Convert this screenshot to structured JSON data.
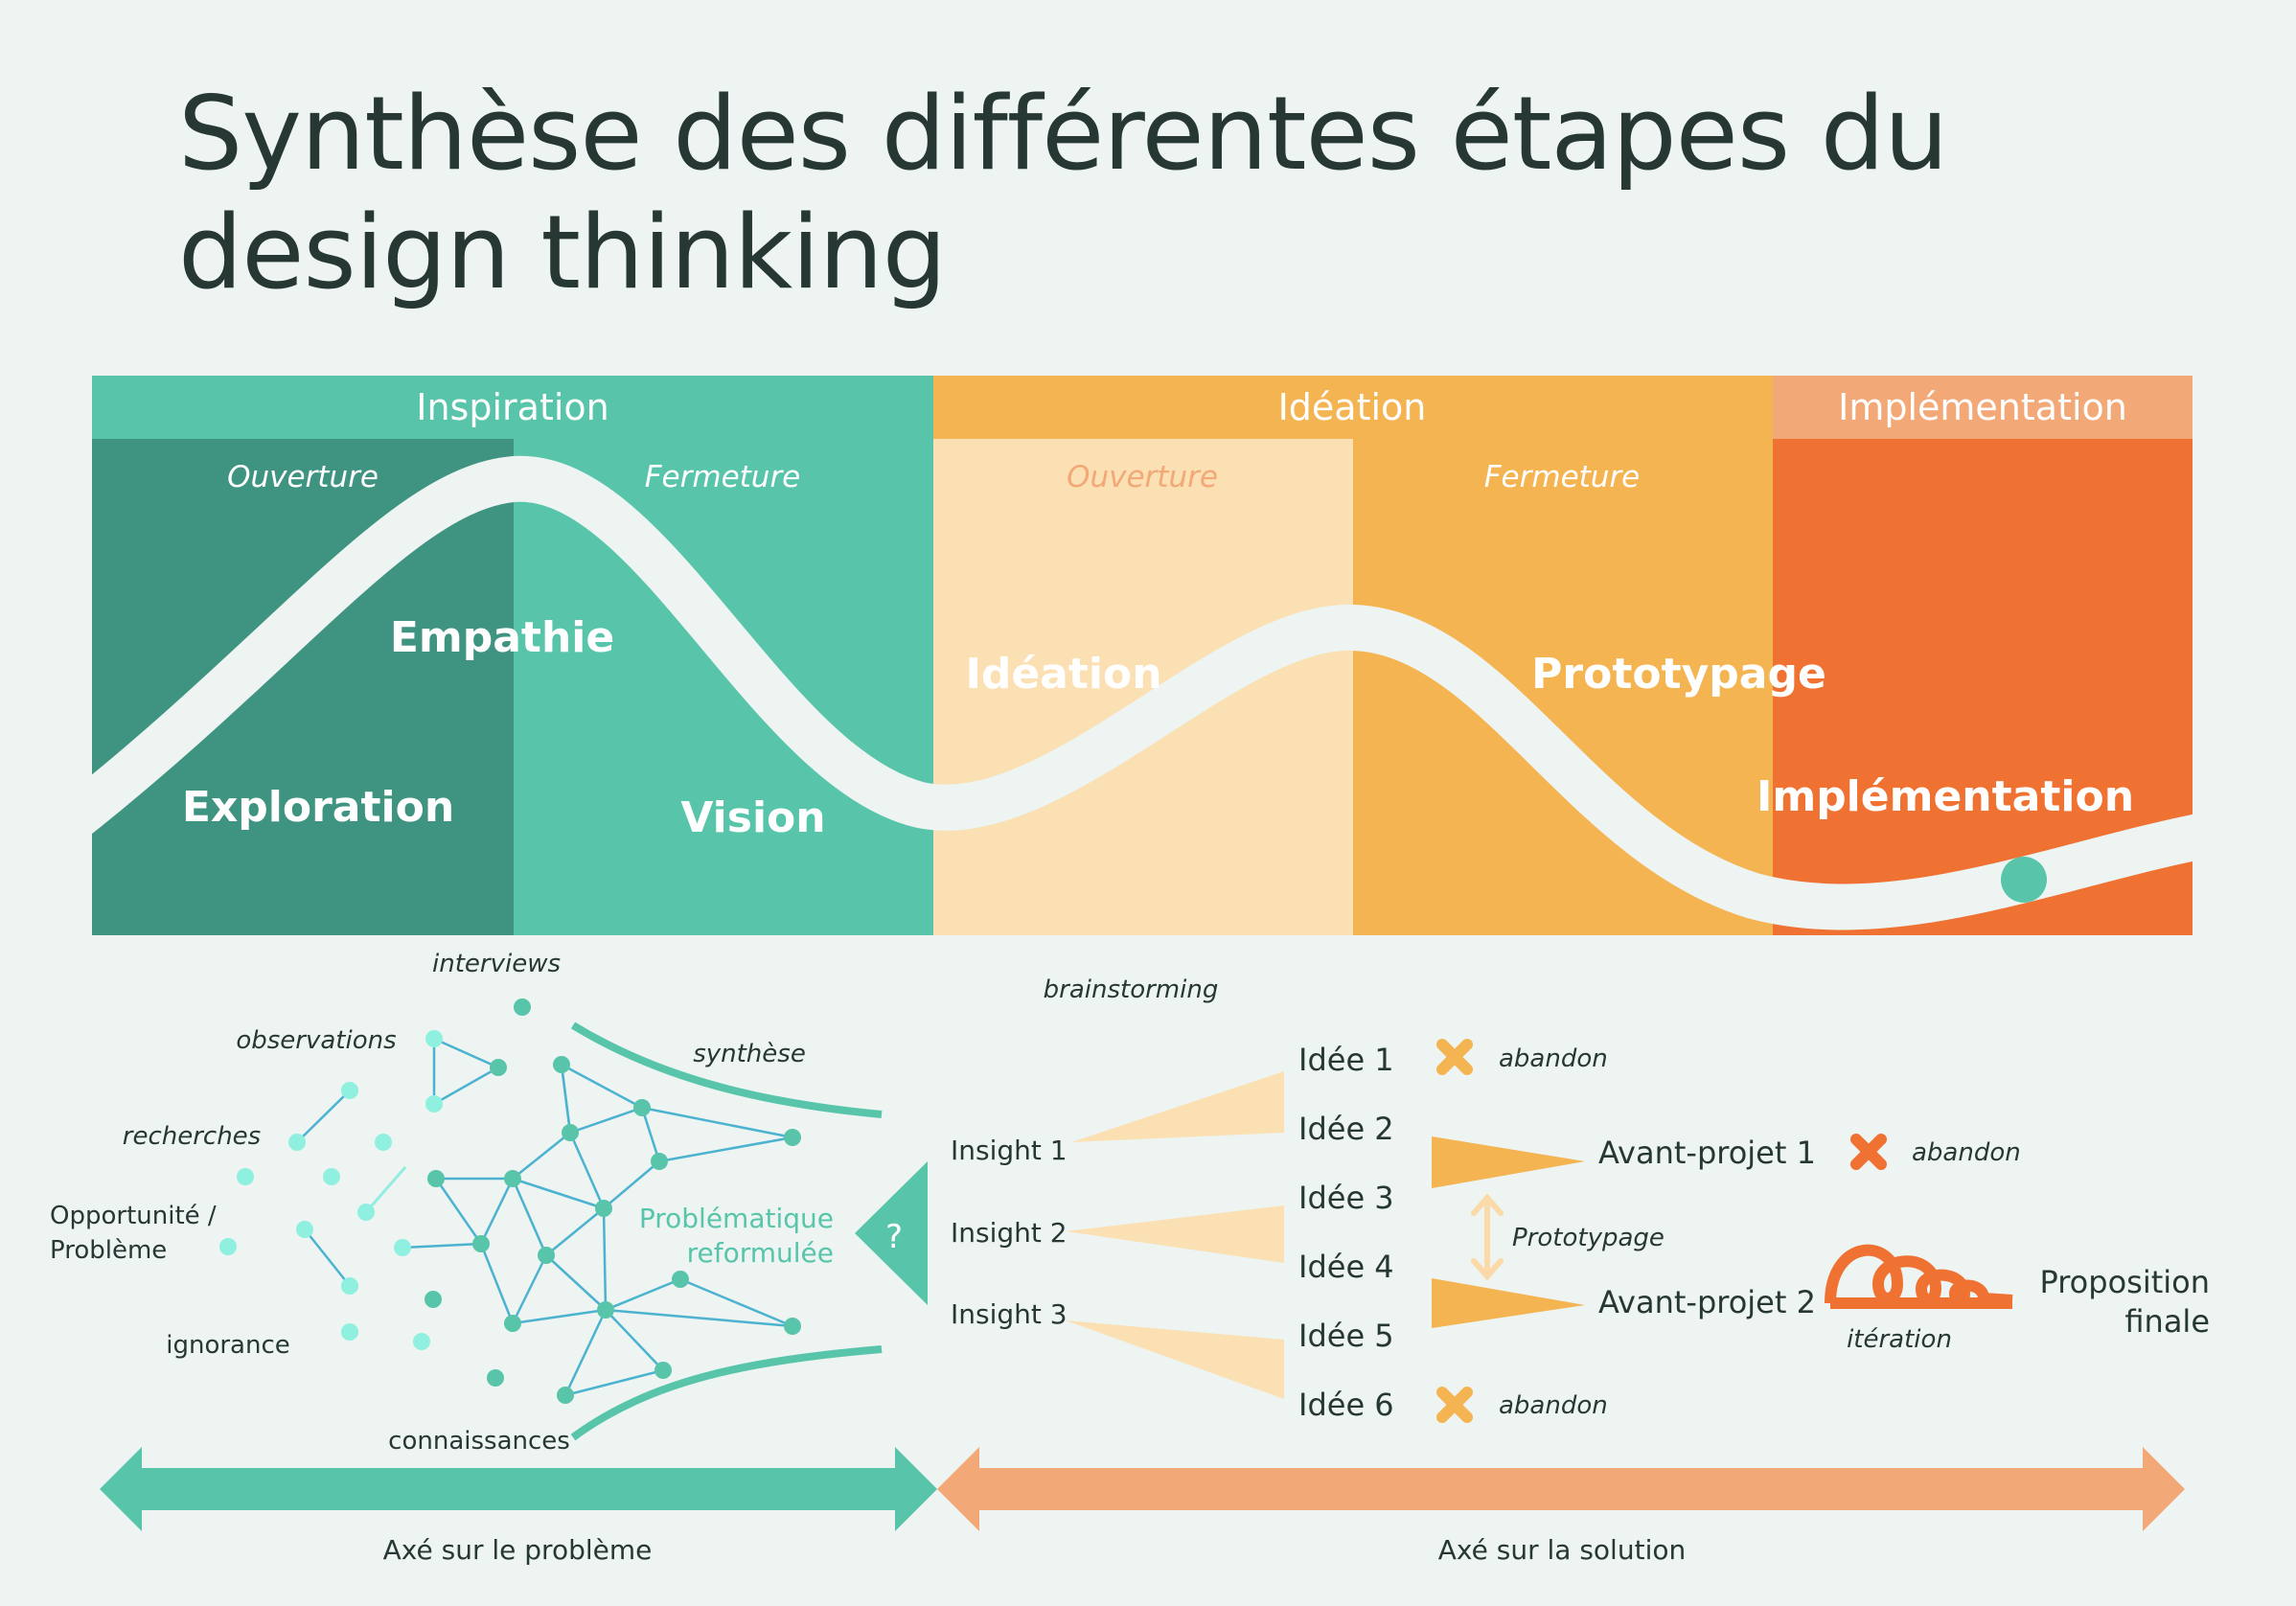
{
  "title": {
    "line1": "Synthèse des différentes étapes du",
    "line2": "design thinking"
  },
  "phases": {
    "inspiration": "Inspiration",
    "ideation": "Idéation",
    "implementation": "Implémentation"
  },
  "subphases": {
    "ouverture_1": "Ouverture",
    "fermeture_1": "Fermeture",
    "ouverture_2": "Ouverture",
    "fermeture_2": "Fermeture"
  },
  "curve_labels": {
    "empathie": "Empathie",
    "exploration": "Exploration",
    "vision": "Vision",
    "ideation": "Idéation",
    "prototypage": "Prototypage",
    "implementation": "Implémentation"
  },
  "problem_side": {
    "interviews": "interviews",
    "observations": "observations",
    "recherches": "recherches",
    "opportunite_1": "Opportunité /",
    "opportunite_2": "Problème",
    "ignorance": "ignorance",
    "connaissances": "connaissances",
    "synthese": "synthèse",
    "problematique_1": "Problématique",
    "problematique_2": "reformulée",
    "question": "?"
  },
  "solution_side": {
    "brainstorming": "brainstorming",
    "insights": [
      "Insight 1",
      "Insight 2",
      "Insight 3"
    ],
    "ideas": [
      "Idée 1",
      "Idée 2",
      "Idée 3",
      "Idée 4",
      "Idée 5",
      "Idée 6"
    ],
    "avant_projet_1": "Avant-projet 1",
    "avant_projet_2": "Avant-projet 2",
    "prototypage": "Prototypage",
    "abandon": "abandon",
    "iteration": "itération",
    "proposition_1": "Proposition",
    "proposition_2": "finale"
  },
  "axes": {
    "problem": "Axé sur le problème",
    "solution": "Axé sur la solution"
  },
  "colors": {
    "teal_dark": "#3f9481",
    "teal": "#58c5ab",
    "cream": "#fbe0b3",
    "orange_light": "#f5b452",
    "orange": "#ef7233",
    "salmon": "#f2a877",
    "text_dark": "#263734"
  }
}
